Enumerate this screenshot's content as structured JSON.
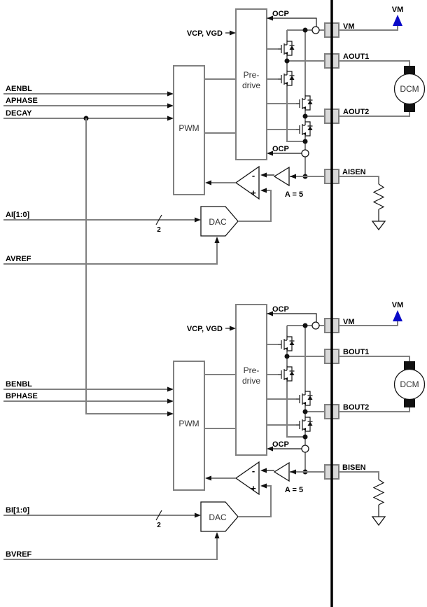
{
  "diagram_title": "Dual H-bridge motor driver functional block diagram",
  "colors": {
    "wire": "#808080",
    "ink": "#151515",
    "pad_fill": "#d9d9d9",
    "supply_arrow_blue": "#0a0ac8"
  },
  "channels": [
    {
      "name": "A",
      "enbl": "AENBL",
      "phase": "APHASE",
      "decay": "DECAY",
      "current_bus": "AI[1:0]",
      "bus_width": "2",
      "vref": "AVREF",
      "pwm": "PWM",
      "predrive1": "Pre-",
      "predrive2": "drive",
      "vcp_vgd": "VCP, VGD",
      "ocp_top": "OCP",
      "ocp_bottom": "OCP",
      "dac": "DAC",
      "gain": "A = 5",
      "comp_minus": "-",
      "comp_plus": "+",
      "pad_vm": "VM",
      "pad_out1": "AOUT1",
      "pad_out2": "AOUT2",
      "pad_isen": "AISEN",
      "supply": "VM",
      "motor": "DCM"
    },
    {
      "name": "B",
      "enbl": "BENBL",
      "phase": "BPHASE",
      "current_bus": "BI[1:0]",
      "bus_width": "2",
      "vref": "BVREF",
      "pwm": "PWM",
      "predrive1": "Pre-",
      "predrive2": "drive",
      "vcp_vgd": "VCP, VGD",
      "ocp_top": "OCP",
      "ocp_bottom": "OCP",
      "dac": "DAC",
      "gain": "A = 5",
      "comp_minus": "-",
      "comp_plus": "+",
      "pad_vm": "VM",
      "pad_out1": "BOUT1",
      "pad_out2": "BOUT2",
      "pad_isen": "BISEN",
      "supply": "VM",
      "motor": "DCM"
    }
  ]
}
